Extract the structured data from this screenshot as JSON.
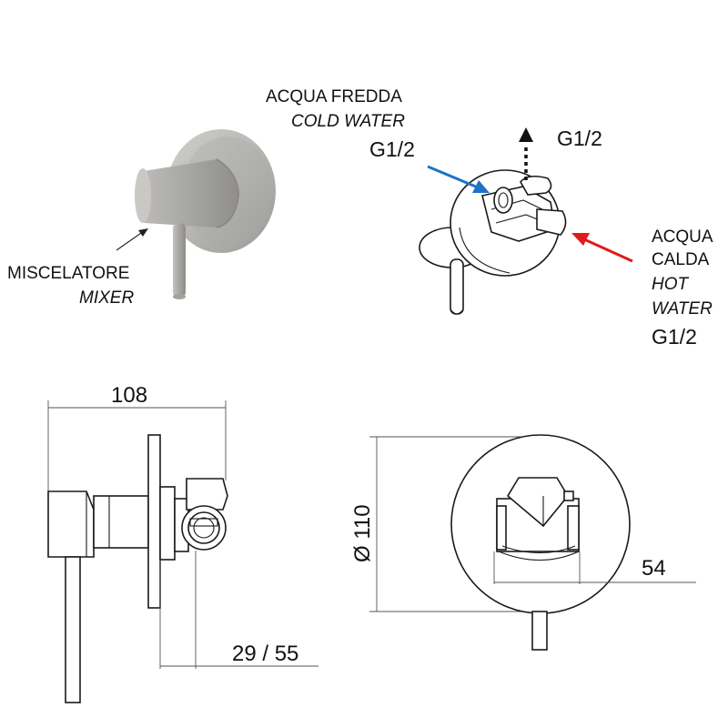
{
  "mixer_label": {
    "line1": "MISCELATORE",
    "line2": "MIXER"
  },
  "cold_water": {
    "line1": "ACQUA FREDDA",
    "line2": "COLD WATER",
    "thread": "G1/2",
    "arrow_color": "#1e73c8"
  },
  "outlet": {
    "thread": "G1/2"
  },
  "hot_water": {
    "line1": "ACQUA",
    "line2": "CALDA",
    "line3": "HOT",
    "line4": "WATER",
    "thread": "G1/2",
    "arrow_color": "#e11b1b"
  },
  "dimensions": {
    "overall_depth": "108",
    "diameter": "Ø 110",
    "inner_width": "54",
    "wall_depth": "29 / 55"
  },
  "colors": {
    "brushed_metal": "#b4b3b0",
    "line": "#1a1a1a"
  }
}
